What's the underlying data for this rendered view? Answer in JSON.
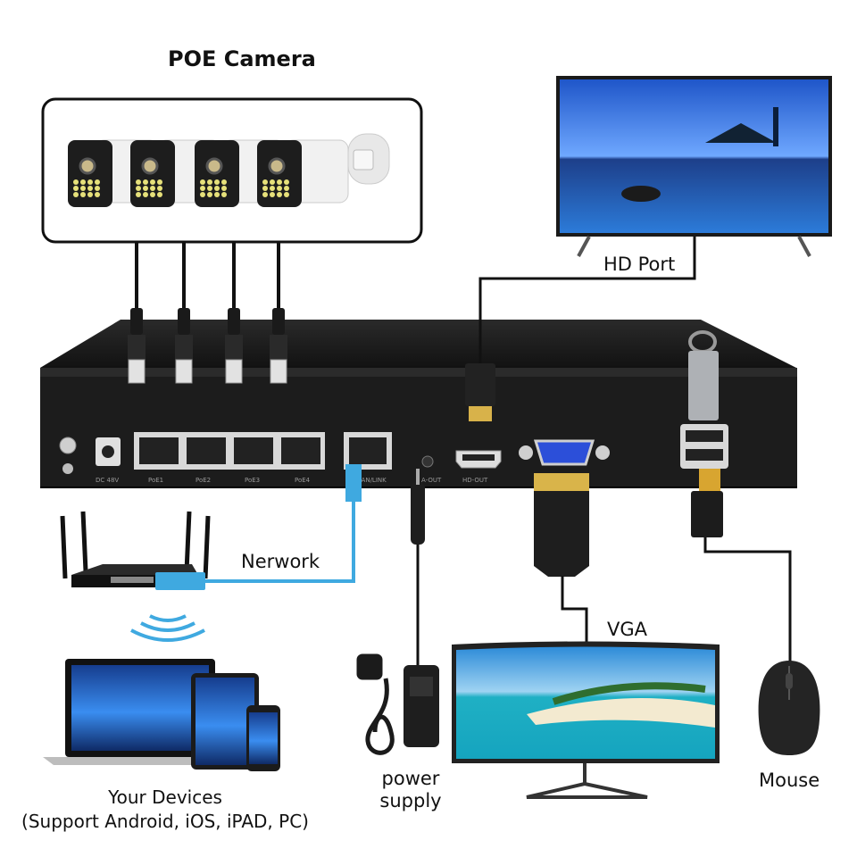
{
  "title": "POE Camera",
  "labels": {
    "hd_port": "HD Port",
    "network": "Nerwork",
    "vga": "VGA",
    "mouse": "Mouse",
    "power_line1": "power",
    "power_line2": "supply",
    "devices_line1": "Your Devices",
    "devices_line2": "(Support Android, iOS, iPAD, PC)"
  },
  "nvr_ports": {
    "dc": "DC 48V",
    "poe1": "PoE1",
    "poe2": "PoE2",
    "poe3": "PoE3",
    "poe4": "PoE4",
    "lan": "WAN/LINK",
    "audio": "A-OUT",
    "hdmi": "HD-OUT"
  },
  "colors": {
    "device_body": "#1c1c1c",
    "network_cable": "#3fa9e0",
    "screen_sky": "#2b6fd6",
    "screen_sea": "#1fb3c9"
  }
}
